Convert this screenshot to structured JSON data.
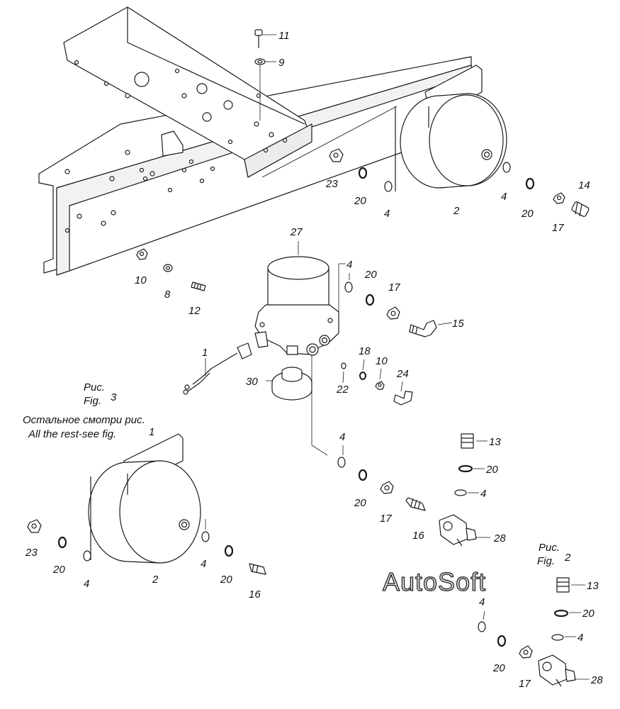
{
  "callouts": {
    "c11": "11",
    "c9": "9",
    "c23a": "23",
    "c20a": "20",
    "c4a": "4",
    "c2a": "2",
    "c4b": "4",
    "c20b": "20",
    "c17a": "17",
    "c14": "14",
    "c27": "27",
    "c10a": "10",
    "c8": "8",
    "c12": "12",
    "c4c": "4",
    "c20c": "20",
    "c17b": "17",
    "c15": "15",
    "c1": "1",
    "c18": "18",
    "c10b": "10",
    "c24": "24",
    "c30": "30",
    "c22": "22",
    "c4d": "4",
    "c13a": "13",
    "c20d": "20",
    "c4e": "4",
    "c20e": "20",
    "c17c": "17",
    "c16a": "16",
    "c28a": "28",
    "c23b": "23",
    "c20f": "20",
    "c4f": "4",
    "c2b": "2",
    "c4g": "4",
    "c20g": "20",
    "c16b": "16",
    "c13b": "13",
    "c20h": "20",
    "c4h": "4",
    "c4i": "4",
    "c20i": "20",
    "c17d": "17",
    "c28b": "28"
  },
  "notes": {
    "fig3_ru": "Рис.",
    "fig3_en": "Fig.",
    "fig3_num": "3",
    "rest_ru": "Остальное смотри рис.",
    "rest_en": "All the rest-see fig.",
    "rest_num": "1",
    "fig2_ru": "Рис.",
    "fig2_en": "Fig.",
    "fig2_num": "2"
  },
  "watermark": "AutoSoft",
  "colors": {
    "line": "#1a1a1a",
    "fill": "#ffffff",
    "shade": "#e6e6e6"
  }
}
